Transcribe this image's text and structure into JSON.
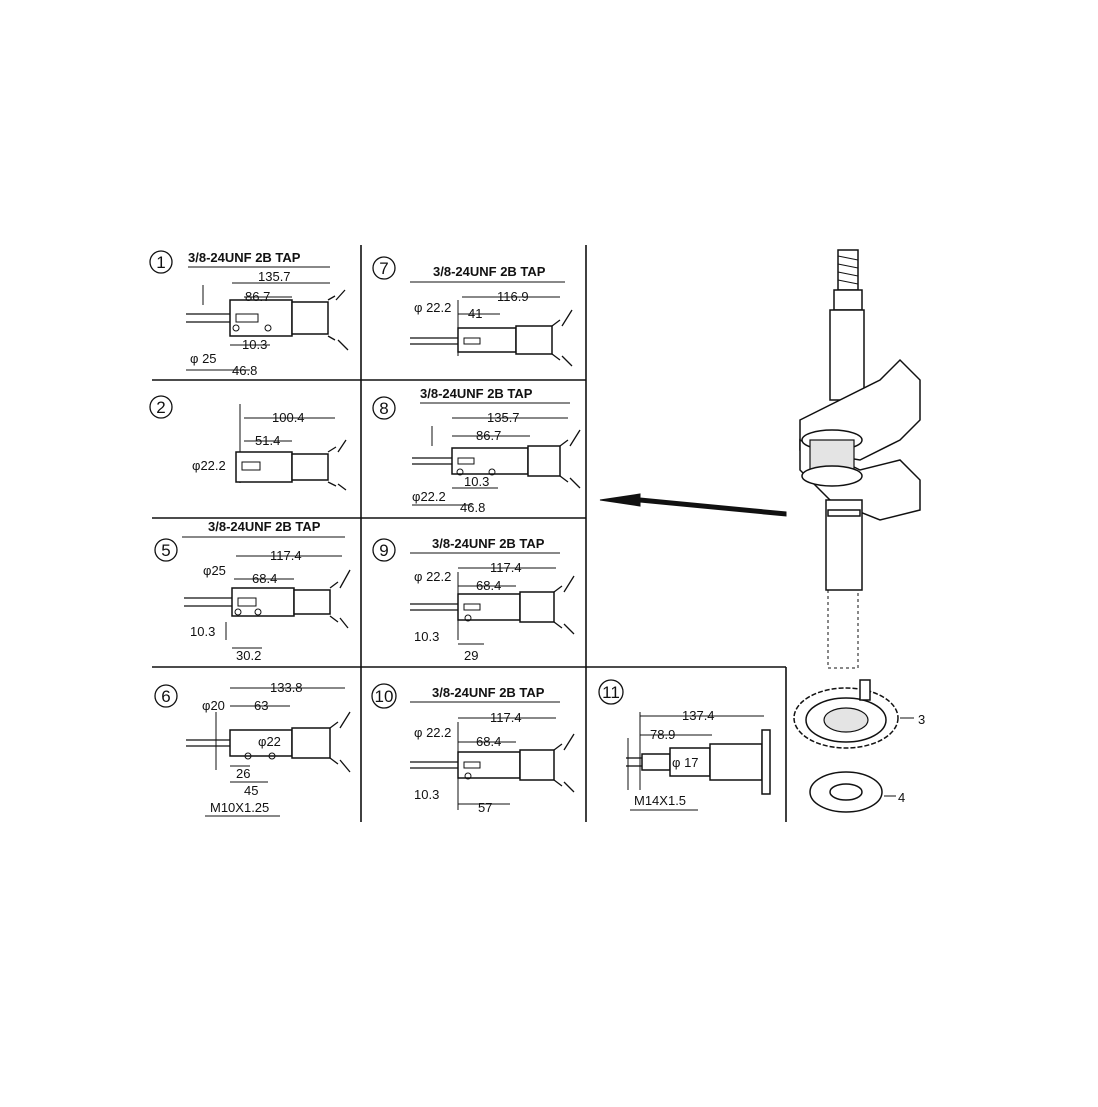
{
  "panels": {
    "p1": {
      "num": "1",
      "tap": "3/8-24UNF 2B TAP",
      "d_total": "135.7",
      "d_mid": "86.7",
      "d_hole": "10.3",
      "d_dia": "25",
      "d_off": "46.8"
    },
    "p2": {
      "num": "2",
      "d_total": "100.4",
      "d_mid": "51.4",
      "d_dia": "22.2"
    },
    "p5": {
      "num": "5",
      "tap": "3/8-24UNF 2B TAP",
      "d_total": "117.4",
      "d_mid": "68.4",
      "d_dia": "25",
      "d_hole": "10.3",
      "d_off": "30.2"
    },
    "p6": {
      "num": "6",
      "d_total": "133.8",
      "d_mid": "63",
      "d_dia": "20",
      "d_dia2": "22",
      "d_a": "26",
      "d_b": "45",
      "thread": "M10X1.25"
    },
    "p7": {
      "num": "7",
      "tap": "3/8-24UNF 2B TAP",
      "d_total": "116.9",
      "d_mid": "41",
      "d_dia": "22.2"
    },
    "p8": {
      "num": "8",
      "tap": "3/8-24UNF 2B TAP",
      "d_total": "135.7",
      "d_mid": "86.7",
      "d_hole": "10.3",
      "d_dia": "22.2",
      "d_off": "46.8"
    },
    "p9": {
      "num": "9",
      "tap": "3/8-24UNF 2B TAP",
      "d_total": "117.4",
      "d_mid": "68.4",
      "d_dia": "22.2",
      "d_hole": "10.3",
      "d_off": "29"
    },
    "p10": {
      "num": "10",
      "tap": "3/8-24UNF 2B TAP",
      "d_total": "117.4",
      "d_mid": "68.4",
      "d_dia": "22.2",
      "d_hole": "10.3",
      "d_off": "57"
    },
    "p11": {
      "num": "11",
      "d_total": "137.4",
      "d_mid": "78.9",
      "d_dia": "17",
      "thread": "M14X1.5"
    }
  },
  "phi": "φ",
  "callouts": {
    "gear": "3",
    "washer": "4"
  }
}
